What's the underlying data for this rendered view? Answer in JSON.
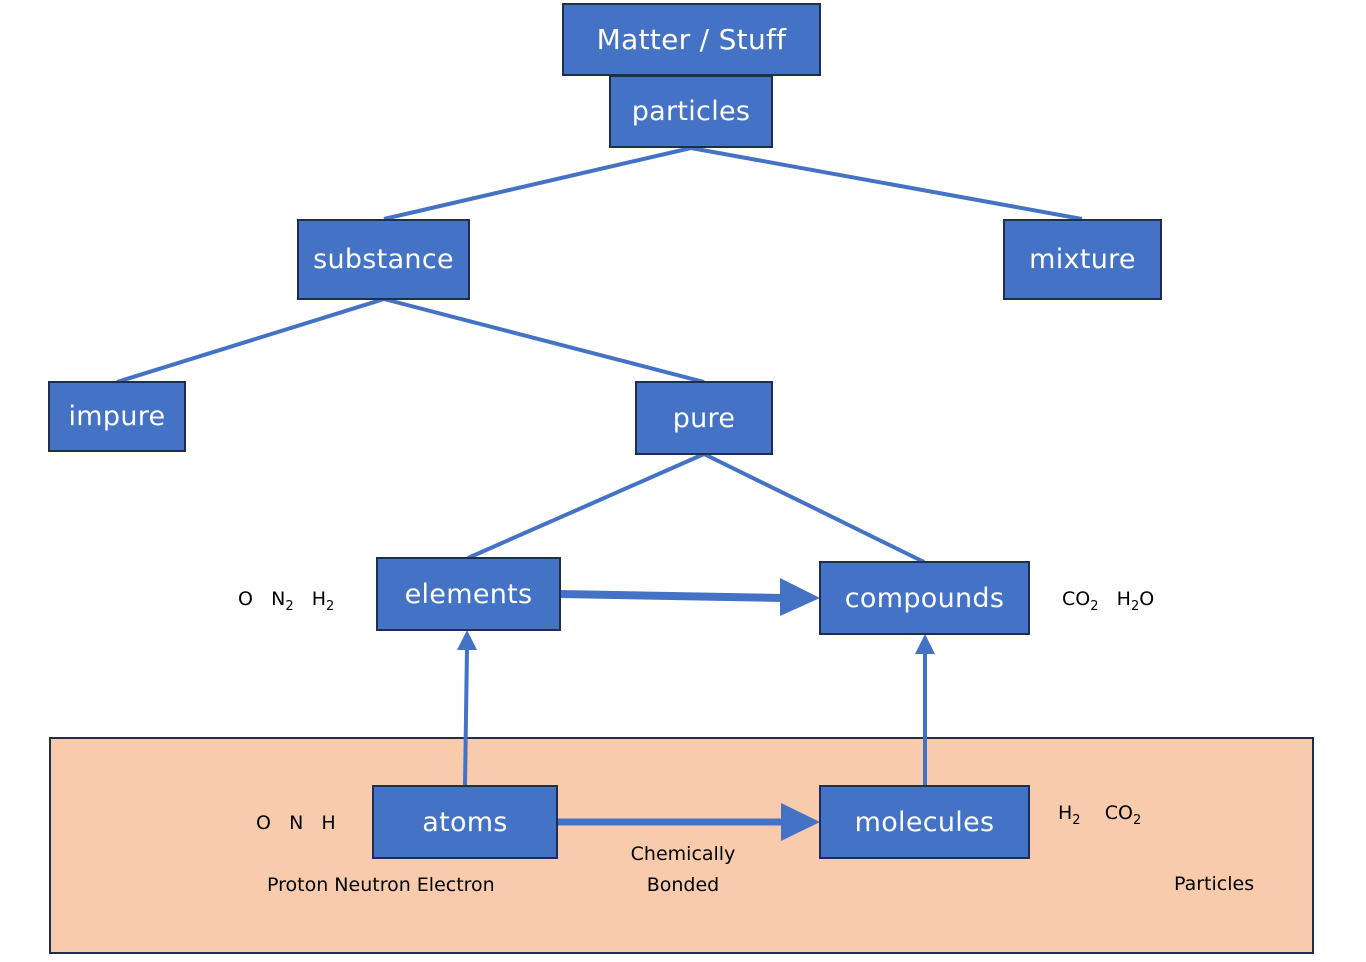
{
  "colors": {
    "node_fill": "#4472c4",
    "node_border": "#1f2d4e",
    "connector": "#4472c4",
    "panel_fill": "#f8cbad",
    "text_on_node": "#ffffff"
  },
  "nodes": {
    "matter": "Matter / Stuff",
    "particles": "particles",
    "substance": "substance",
    "mixture": "mixture",
    "impure": "impure",
    "pure": "pure",
    "elements": "elements",
    "compounds": "compounds",
    "atoms": "atoms",
    "molecules": "molecules"
  },
  "annotations": {
    "elements_examples": [
      {
        "symbol": "O",
        "sub": ""
      },
      {
        "symbol": "N",
        "sub": "2"
      },
      {
        "symbol": "H",
        "sub": "2"
      }
    ],
    "compounds_examples": [
      {
        "symbol": "CO",
        "sub": "2",
        "tail": ""
      },
      {
        "symbol": "H",
        "sub": "2",
        "tail": "O"
      }
    ],
    "atoms_examples": "O   N   H",
    "subatomic": "Proton Neutron Electron",
    "bond_label_line1": "Chemically",
    "bond_label_line2": "Bonded",
    "molecules_examples": [
      {
        "symbol": "H",
        "sub": "2"
      },
      {
        "symbol": "CO",
        "sub": "2"
      }
    ],
    "panel_label": "Particles"
  },
  "edges": [
    {
      "from": "particles",
      "to": "substance",
      "type": "line"
    },
    {
      "from": "particles",
      "to": "mixture",
      "type": "line"
    },
    {
      "from": "substance",
      "to": "impure",
      "type": "line"
    },
    {
      "from": "substance",
      "to": "pure",
      "type": "line"
    },
    {
      "from": "pure",
      "to": "elements",
      "type": "line"
    },
    {
      "from": "pure",
      "to": "compounds",
      "type": "line"
    },
    {
      "from": "elements",
      "to": "compounds",
      "type": "arrow"
    },
    {
      "from": "atoms",
      "to": "elements",
      "type": "arrow"
    },
    {
      "from": "molecules",
      "to": "compounds",
      "type": "arrow"
    },
    {
      "from": "atoms",
      "to": "molecules",
      "type": "arrow"
    }
  ]
}
